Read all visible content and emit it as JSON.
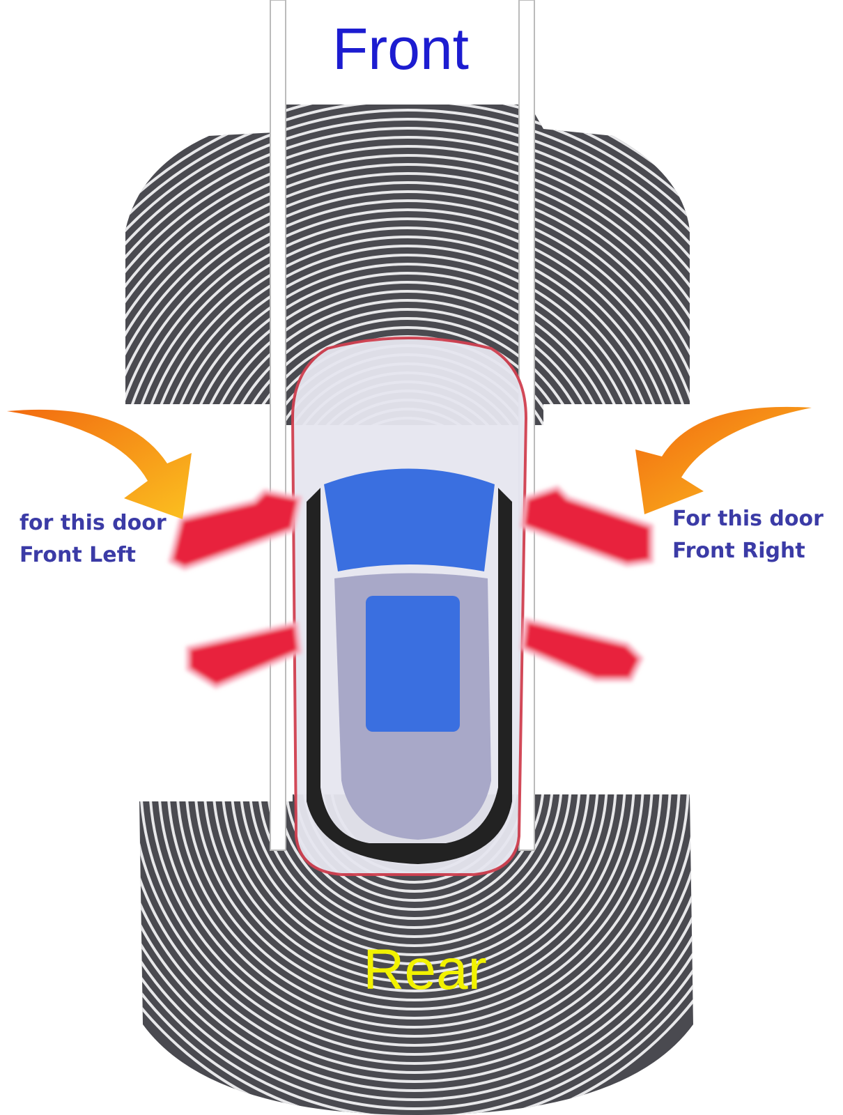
{
  "titles": {
    "front": "Front",
    "rear": "Rear"
  },
  "labels": {
    "left": {
      "line1": "for this door",
      "line2": "Front Left"
    },
    "right": {
      "line1": "For this door",
      "line2": "Front Right"
    }
  },
  "colors": {
    "front_text": "#1c1cd0",
    "rear_text": "#f2f200",
    "label_text": "#3b3ba6",
    "door_highlight": "#e8203c",
    "arrow": "#f5a020",
    "window": "#3a6fe0"
  }
}
